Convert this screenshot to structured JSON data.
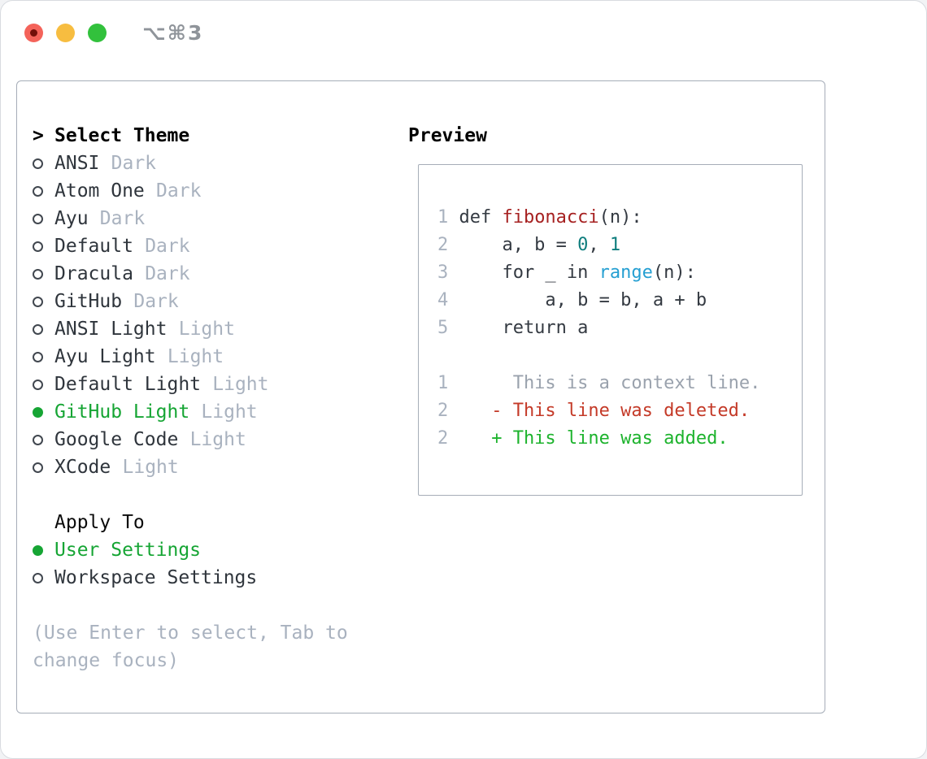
{
  "window": {
    "title": "⌥⌘3",
    "traffic_lights": {
      "close": "#f4635a",
      "minimize": "#f7bd40",
      "zoom": "#32c13c"
    }
  },
  "panel": {
    "theme_section": {
      "prompt": ">",
      "header": "Select Theme",
      "items": [
        {
          "name": "ANSI",
          "variant": "Dark",
          "selected": false
        },
        {
          "name": "Atom One",
          "variant": "Dark",
          "selected": false
        },
        {
          "name": "Ayu",
          "variant": "Dark",
          "selected": false
        },
        {
          "name": "Default",
          "variant": "Dark",
          "selected": false
        },
        {
          "name": "Dracula",
          "variant": "Dark",
          "selected": false
        },
        {
          "name": "GitHub",
          "variant": "Dark",
          "selected": false
        },
        {
          "name": "ANSI Light",
          "variant": "Light",
          "selected": false
        },
        {
          "name": "Ayu Light",
          "variant": "Light",
          "selected": false
        },
        {
          "name": "Default Light",
          "variant": "Light",
          "selected": false
        },
        {
          "name": "GitHub Light",
          "variant": "Light",
          "selected": true
        },
        {
          "name": "Google Code",
          "variant": "Light",
          "selected": false
        },
        {
          "name": "XCode",
          "variant": "Light",
          "selected": false
        }
      ]
    },
    "apply_section": {
      "header": "Apply To",
      "items": [
        {
          "name": "User Settings",
          "selected": true
        },
        {
          "name": "Workspace Settings",
          "selected": false
        }
      ]
    },
    "hint": "(Use Enter to select, Tab to\nchange focus)",
    "preview": {
      "header": "Preview",
      "lines": [
        {
          "num": "1",
          "parts": [
            {
              "t": "def ",
              "c": "plain"
            },
            {
              "t": "fibonacci",
              "c": "func"
            },
            {
              "t": "(n):",
              "c": "plain"
            }
          ]
        },
        {
          "num": "2",
          "parts": [
            {
              "t": "    a, b = ",
              "c": "plain"
            },
            {
              "t": "0",
              "c": "number"
            },
            {
              "t": ", ",
              "c": "plain"
            },
            {
              "t": "1",
              "c": "number"
            }
          ]
        },
        {
          "num": "3",
          "parts": [
            {
              "t": "    for _ in ",
              "c": "plain"
            },
            {
              "t": "range",
              "c": "builtin"
            },
            {
              "t": "(n):",
              "c": "plain"
            }
          ]
        },
        {
          "num": "4",
          "parts": [
            {
              "t": "        a, b = b, a + b",
              "c": "plain"
            }
          ]
        },
        {
          "num": "5",
          "parts": [
            {
              "t": "    return a",
              "c": "plain"
            }
          ]
        },
        {
          "num": "",
          "parts": []
        },
        {
          "num": "1",
          "parts": [
            {
              "t": "     This is a context line.",
              "c": "context"
            }
          ]
        },
        {
          "num": "2",
          "parts": [
            {
              "t": "   - This line was deleted.",
              "c": "deleted"
            }
          ]
        },
        {
          "num": "2",
          "parts": [
            {
              "t": "   + This line was added.",
              "c": "added"
            }
          ]
        }
      ]
    }
  },
  "palette": {
    "accent_green": "#16a534",
    "added_green": "#1db32d",
    "deleted_red": "#c43a28",
    "function_red": "#a62121",
    "number_teal": "#0e7d7d",
    "builtin_blue": "#259fd2",
    "text_dark": "#2f353c",
    "muted_gray": "#a9b2bf",
    "border_gray": "#a6adb8"
  }
}
